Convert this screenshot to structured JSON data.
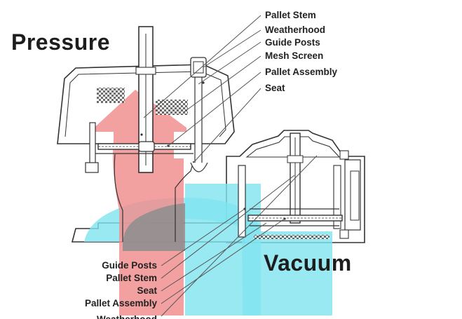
{
  "titles": {
    "pressure": "Pressure",
    "vacuum": "Vacuum"
  },
  "pressure_labels": [
    "Pallet Stem",
    "Weatherhood",
    "Guide Posts",
    "Mesh Screen",
    "Pallet Assembly",
    "Seat"
  ],
  "vacuum_labels": [
    "Guide Posts",
    "Pallet Stem",
    "Seat",
    "Pallet Assembly",
    "Weatherhood"
  ],
  "colors": {
    "pressure_flow": "#f08f8f",
    "vacuum_flow": "#7fe3f0",
    "overlap_flow": "#8f8f8f",
    "outline": "#333333",
    "text": "#1d1d1d"
  }
}
